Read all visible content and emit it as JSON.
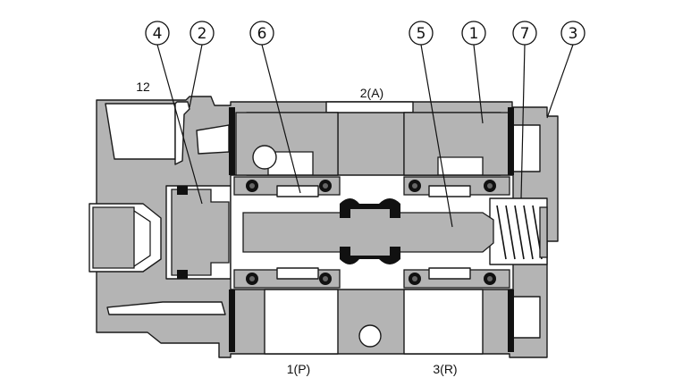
{
  "diagram": {
    "type": "valve-cross-section",
    "callouts": [
      {
        "id": "callout-4",
        "label": "4"
      },
      {
        "id": "callout-2",
        "label": "2"
      },
      {
        "id": "callout-6",
        "label": "6"
      },
      {
        "id": "callout-5",
        "label": "5"
      },
      {
        "id": "callout-1",
        "label": "1"
      },
      {
        "id": "callout-7",
        "label": "7"
      },
      {
        "id": "callout-3",
        "label": "3"
      }
    ],
    "ports": {
      "pilot": "12",
      "outlet": "2(A)",
      "supply": "1(P)",
      "exhaust": "3(R)"
    },
    "colors": {
      "body": "#b4b4b4",
      "seal": "#111111",
      "background": "#ffffff"
    }
  }
}
